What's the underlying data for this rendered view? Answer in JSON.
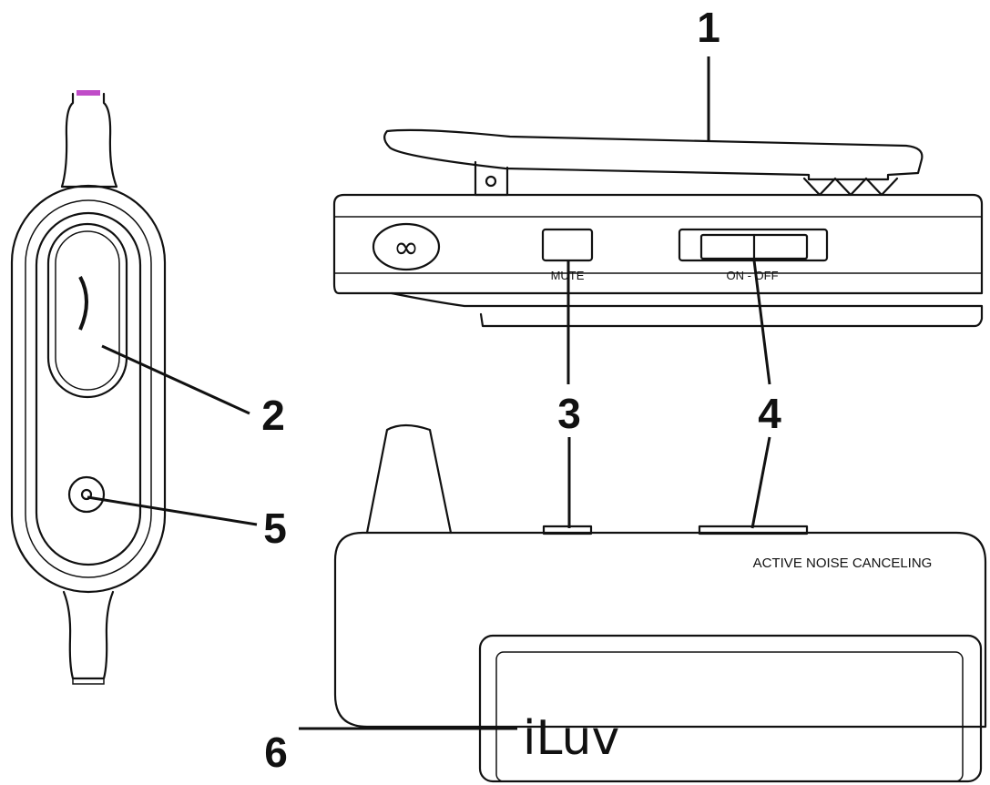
{
  "callouts": {
    "c1": "1",
    "c2": "2",
    "c3": "3",
    "c4": "4",
    "c5": "5",
    "c6": "6"
  },
  "labels": {
    "mute": "MUTE",
    "on_off": "ON - OFF",
    "anc": "ACTIVE NOISE CANCELING",
    "brand": "iLuv",
    "link_symbol": "∞"
  },
  "colors": {
    "line": "#111111",
    "cable_tip": "#c04cc8"
  }
}
